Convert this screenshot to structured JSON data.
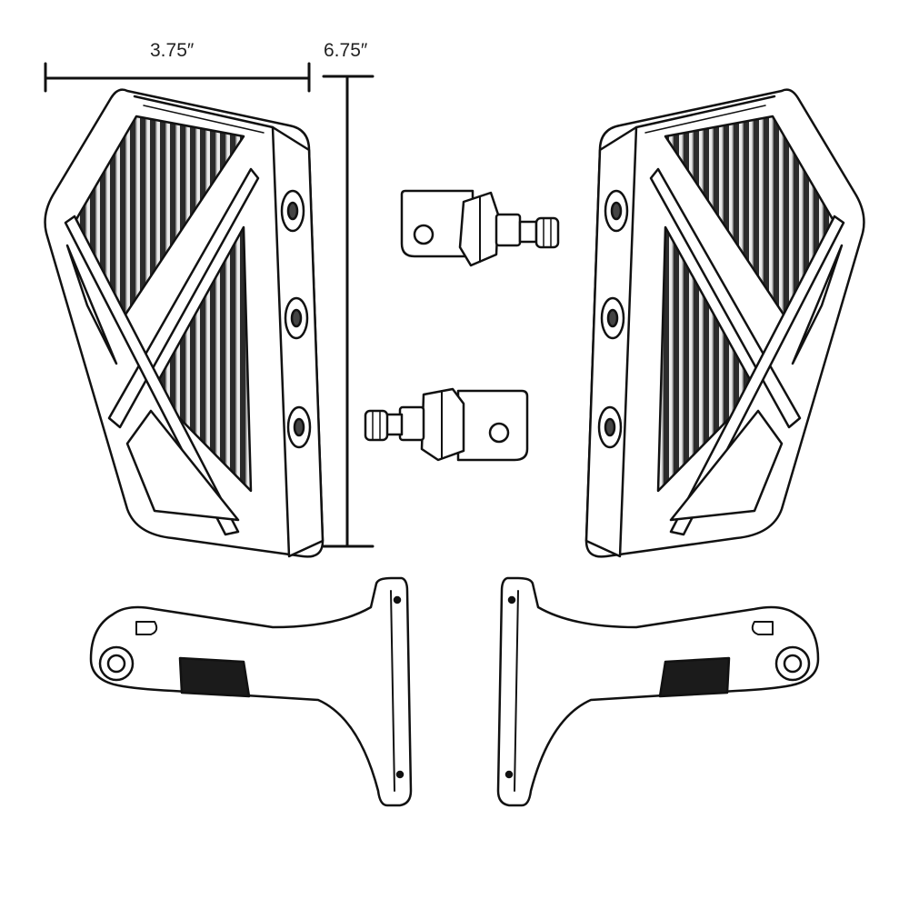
{
  "dimensions": {
    "width_label": "3.75″",
    "height_label": "6.75″"
  },
  "parts": [
    {
      "name": "left-floorboard",
      "view": "top"
    },
    {
      "name": "right-floorboard",
      "view": "top"
    },
    {
      "name": "upper-mounting-pin"
    },
    {
      "name": "lower-mounting-pin"
    },
    {
      "name": "left-mount-bracket"
    },
    {
      "name": "right-mount-bracket"
    }
  ],
  "colors": {
    "line": "#111111",
    "metal": "#ffffff",
    "groove": "#2b2b2b",
    "background": "#ffffff"
  }
}
